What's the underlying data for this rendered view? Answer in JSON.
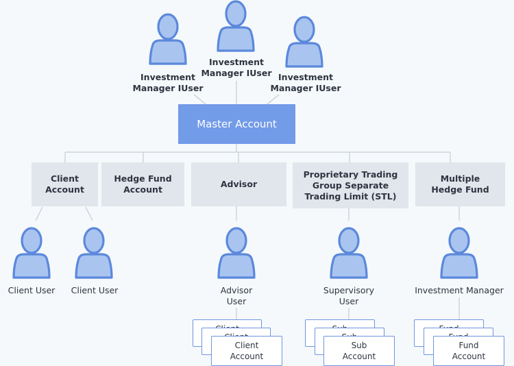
{
  "top_users": [
    {
      "line1": "Investment",
      "line2": "Manager IUser"
    },
    {
      "line1": "Investment",
      "line2": "Manager IUser"
    },
    {
      "line1": "Investment",
      "line2": "Manager IUser"
    }
  ],
  "master_account": "Master Account",
  "accounts": [
    {
      "line1": "Client",
      "line2": "Account"
    },
    {
      "line1": "Hedge Fund",
      "line2": "Account"
    },
    {
      "line1": "Advisor",
      "line2": ""
    },
    {
      "line1": "Proprietary Trading",
      "line2": "Group Separate",
      "line3": "Trading Limit (STL)"
    },
    {
      "line1": "Multiple",
      "line2": "Hedge Fund"
    }
  ],
  "users": [
    {
      "line1": "Client User",
      "line2": ""
    },
    {
      "line1": "Client User",
      "line2": ""
    },
    {
      "line1": "Advisor",
      "line2": "User"
    },
    {
      "line1": "Supervisory",
      "line2": "User"
    },
    {
      "line1": "Investment Manager",
      "line2": ""
    }
  ],
  "card_stacks": [
    {
      "back_top": "Client",
      "back_mid": "Client",
      "front1": "Client",
      "front2": "Account"
    },
    {
      "back_top": "Sub",
      "back_mid": "Sub",
      "front1": "Sub",
      "front2": "Account"
    },
    {
      "back_top": "Fund",
      "back_mid": "Fund",
      "front1": "Fund",
      "front2": "Account"
    }
  ],
  "colors": {
    "icon_fill": "#a9c4ef",
    "icon_stroke": "#5b88dc",
    "master_fill": "#729be8",
    "account_fill": "#e1e5ec",
    "connector": "#cfd4dc",
    "background": "#f5f9fb"
  },
  "icon_name": "user-icon"
}
